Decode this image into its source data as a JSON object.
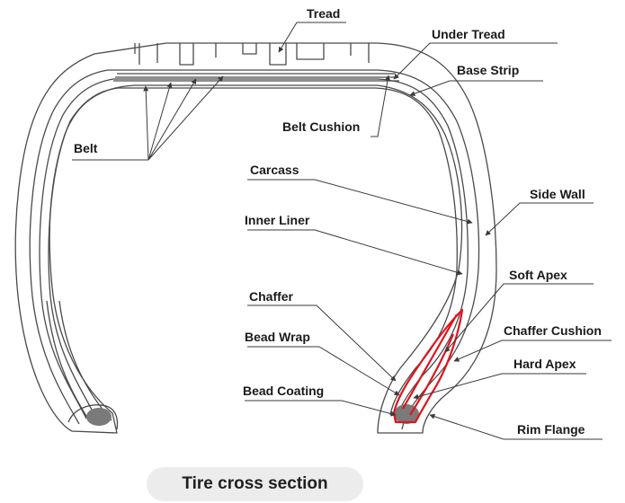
{
  "labels": {
    "tread": "Tread",
    "under_tread": "Under Tread",
    "base_strip": "Base Strip",
    "belt_cushion": "Belt Cushion",
    "belt": "Belt",
    "carcass": "Carcass",
    "side_wall": "Side Wall",
    "inner_liner": "Inner Liner",
    "soft_apex": "Soft Apex",
    "chaffer": "Chaffer",
    "chaffer_cushion": "Chaffer Cushion",
    "bead_wrap": "Bead Wrap",
    "hard_apex": "Hard Apex",
    "bead_coating": "Bead Coating",
    "rim_flange": "Rim Flange"
  },
  "caption": "Tire cross section",
  "colors": {
    "outline": "#4a4a4a",
    "leader": "#3a3a3a",
    "highlight": "#e0141e",
    "bead": "#7a7a7a",
    "caption_bg": "#ececec"
  }
}
